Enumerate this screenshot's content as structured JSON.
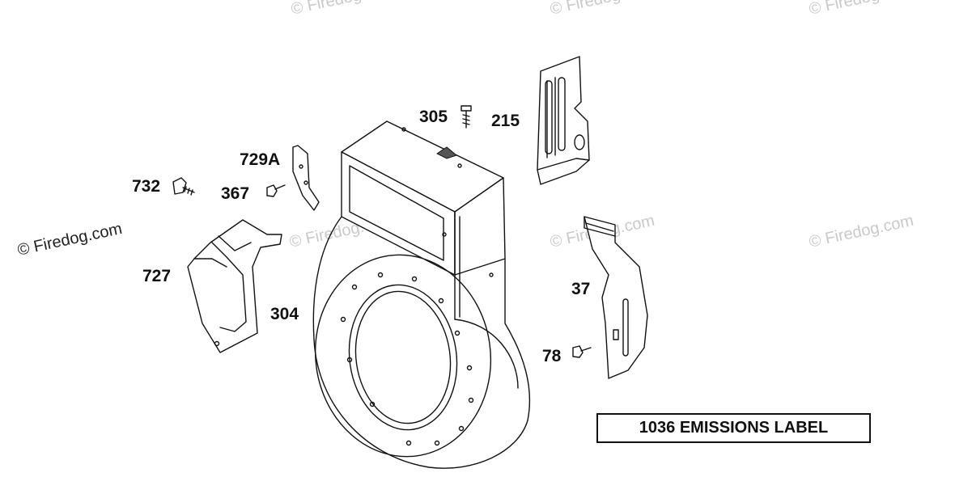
{
  "watermark": "© Firedog.com",
  "labels": {
    "p305": "305",
    "p215": "215",
    "p729a": "729A",
    "p732": "732",
    "p367": "367",
    "p727": "727",
    "p304": "304",
    "p37": "37",
    "p78": "78"
  },
  "emissions_label": "1036 EMISSIONS LABEL"
}
